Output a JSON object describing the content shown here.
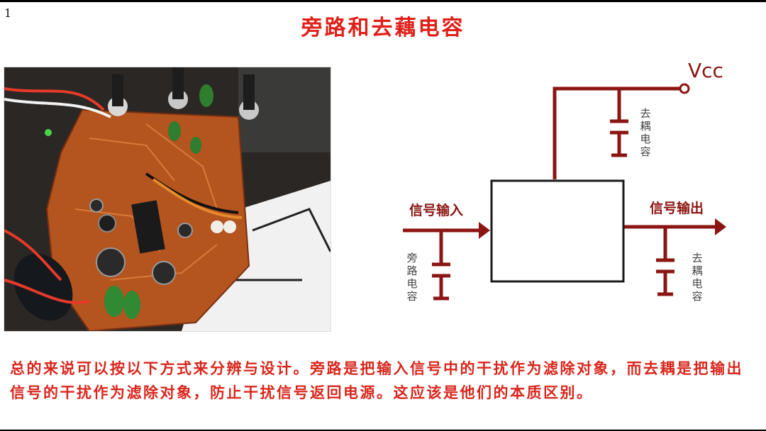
{
  "slide": {
    "number": "1",
    "title": "旁路和去藕电容"
  },
  "circuit": {
    "vcc": "Vcc",
    "input_label": "信号输入",
    "output_label": "信号输出",
    "cap_top_label": "去耦电容",
    "cap_bypass_label": "旁路电容",
    "cap_output_label": "去耦电容"
  },
  "body": {
    "text": "总的来说可以按以下方式来分辨与设计。旁路是把输入信号中的干扰作为滤除对象，而去耦是把输出信号的干扰作为滤除对象，防止干扰信号返回电源。这应该是他们的本质区别。"
  },
  "colors": {
    "title": "#e0201a",
    "circuit": "#8b1512",
    "body_text": "#d9261c"
  }
}
